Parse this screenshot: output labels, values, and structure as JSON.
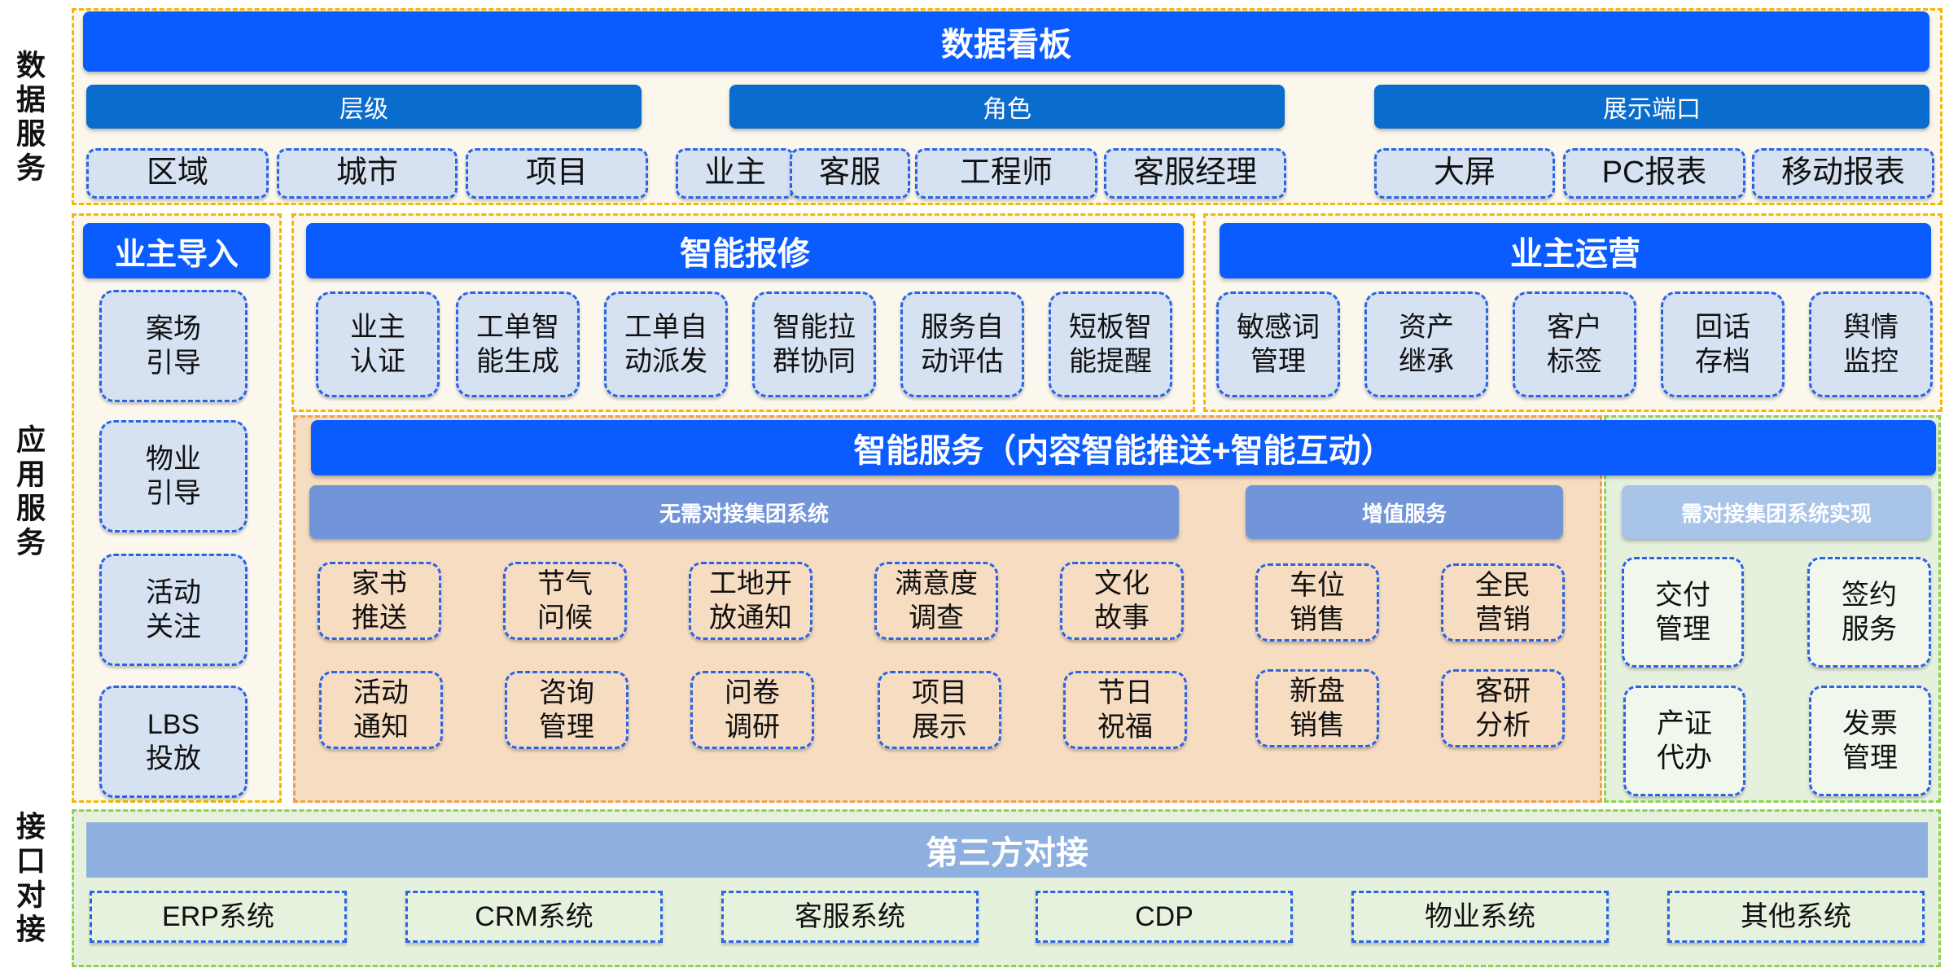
{
  "side_labels": {
    "data_service": "数据服务",
    "app_service": "应用服务",
    "interface": "接口对接"
  },
  "dashboard": {
    "title": "数据看板",
    "groups": [
      {
        "label": "层级",
        "items": [
          "区域",
          "城市",
          "项目"
        ]
      },
      {
        "label": "角色",
        "items": [
          "业主",
          "客服",
          "工程师",
          "客服经理"
        ]
      },
      {
        "label": "展示端口",
        "items": [
          "大屏",
          "PC报表",
          "移动报表"
        ]
      }
    ]
  },
  "owner_import": {
    "title": "业主导入",
    "items": [
      "案场\n引导",
      "物业\n引导",
      "活动\n关注",
      "LBS\n投放"
    ]
  },
  "smart_repair": {
    "title": "智能报修",
    "items": [
      "业主\n认证",
      "工单智\n能生成",
      "工单自\n动派发",
      "智能拉\n群协同",
      "服务自\n动评估",
      "短板智\n能提醒"
    ]
  },
  "owner_ops": {
    "title": "业主运营",
    "items": [
      "敏感词\n管理",
      "资产\n继承",
      "客户\n标签",
      "回话\n存档",
      "舆情\n监控"
    ]
  },
  "smart_service": {
    "title": "智能服务（内容智能推送+智能互动）",
    "no_integration": {
      "label": "无需对接集团系统",
      "row1": [
        "家书\n推送",
        "节气\n问候",
        "工地开\n放通知",
        "满意度\n调查",
        "文化\n故事"
      ],
      "row2": [
        "活动\n通知",
        "咨询\n管理",
        "问卷\n调研",
        "项目\n展示",
        "节日\n祝福"
      ]
    },
    "value_added": {
      "label": "增值服务",
      "row1": [
        "车位\n销售",
        "全民\n营销"
      ],
      "row2": [
        "新盘\n销售",
        "客研\n分析"
      ]
    },
    "needs_integration": {
      "label": "需对接集团系统实现",
      "row1": [
        "交付\n管理",
        "签约\n服务"
      ],
      "row2": [
        "产证\n代办",
        "发票\n管理"
      ]
    }
  },
  "third_party": {
    "title": "第三方对接",
    "items": [
      "ERP系统",
      "CRM系统",
      "客服系统",
      "CDP",
      "物业系统",
      "其他系统"
    ]
  }
}
